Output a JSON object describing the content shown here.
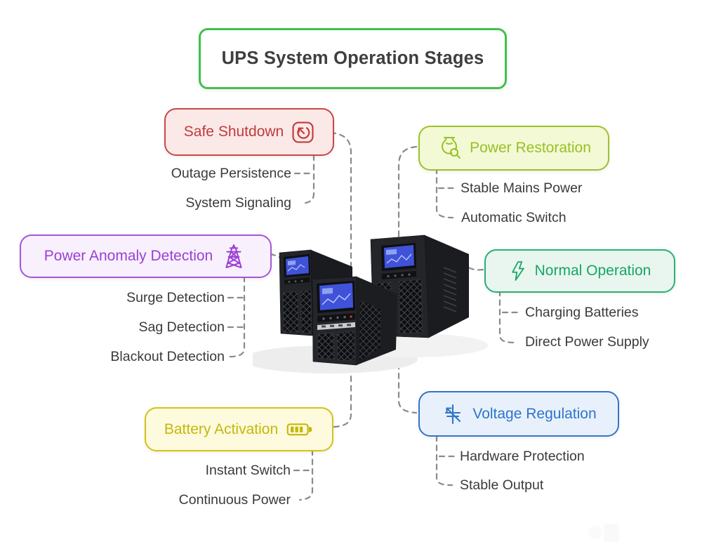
{
  "title": "UPS System Operation Stages",
  "stages": [
    {
      "id": "safe-shutdown",
      "label": "Safe Shutdown",
      "icon": "shutdown-timer-icon",
      "color": "#c03a3a",
      "border": "#c94747",
      "bg": "#fbe9e8",
      "items": [
        "Outage Persistence",
        "System Signaling"
      ]
    },
    {
      "id": "power-restoration",
      "label": "Power Restoration",
      "icon": "vase-restoration-icon",
      "color": "#98c024",
      "border": "#9cc22b",
      "bg": "#f3f9d5",
      "items": [
        "Stable Mains Power",
        "Automatic Switch"
      ]
    },
    {
      "id": "power-anomaly-detection",
      "label": "Power Anomaly Detection",
      "icon": "transmission-tower-icon",
      "color": "#9b3fd6",
      "border": "#a557d8",
      "bg": "#f8f0fd",
      "items": [
        "Surge Detection",
        "Sag Detection",
        "Blackout Detection"
      ]
    },
    {
      "id": "normal-operation",
      "label": "Normal Operation",
      "icon": "lightning-bolt-icon",
      "color": "#18a566",
      "border": "#2aaf74",
      "bg": "#e8f6ef",
      "items": [
        "Charging Batteries",
        "Direct Power Supply"
      ]
    },
    {
      "id": "battery-activation",
      "label": "Battery Activation",
      "icon": "battery-icon",
      "color": "#c4b80a",
      "border": "#d2c317",
      "bg": "#fdfade",
      "items": [
        "Instant Switch",
        "Continuous Power"
      ]
    },
    {
      "id": "voltage-regulation",
      "label": "Voltage Regulation",
      "icon": "voltage-regulator-icon",
      "color": "#2f74cb",
      "border": "#3474c8",
      "bg": "#e8f1fb",
      "items": [
        "Hardware Protection",
        "Stable Output"
      ]
    }
  ],
  "colors": {
    "title_border": "#3ec24a",
    "title_text": "#3e3e3e",
    "connector": "#8a8a8a",
    "item_text": "#3a3a3a",
    "background": "#ffffff",
    "ups_screen": "#4052d8"
  },
  "center_image_alt": "Three black tower UPS units with blue LCD displays"
}
